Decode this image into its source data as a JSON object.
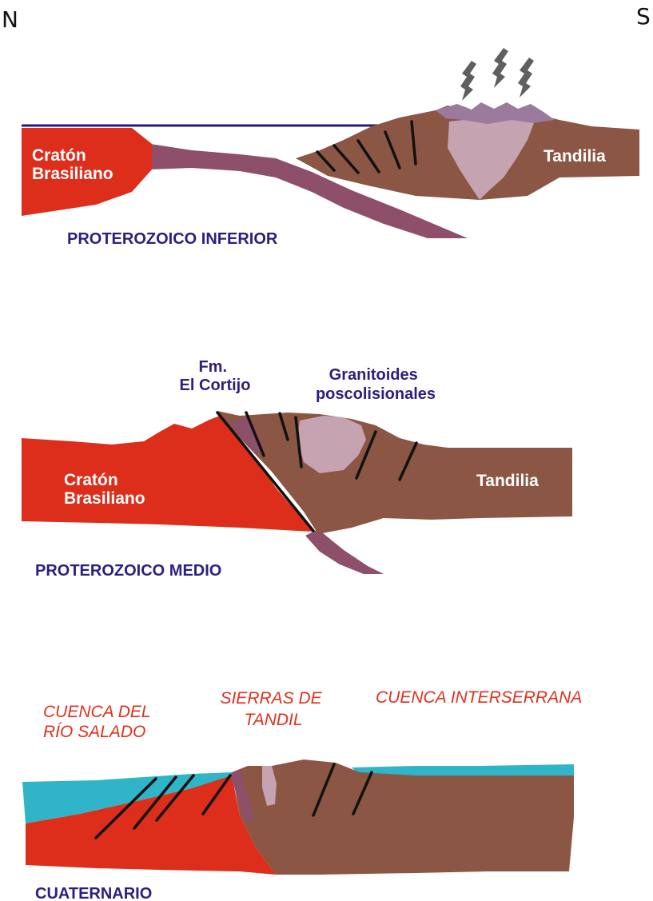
{
  "compass": {
    "north": "N",
    "south": "S"
  },
  "colors": {
    "craton": "#dd2e1c",
    "tandilia": "#8b5644",
    "slab": "#8e4f6b",
    "granitoid": "#c6a3b1",
    "volcanic": "#9b7a9e",
    "sea_line": "#231a80",
    "sediment": "#2fb5c7",
    "fault": "#111111",
    "smoke": "#5f5f5f",
    "navy_text": "#2b1f80",
    "red_text": "#e1301e"
  },
  "panels": [
    {
      "era": "PROTEROZOICO INFERIOR",
      "labels": {
        "craton": [
          "Cratón",
          "Brasiliano"
        ],
        "tandilia": "Tandilia"
      },
      "icons": [
        "volcanic-smoke-icon",
        "volcanic-smoke-icon",
        "volcanic-smoke-icon"
      ]
    },
    {
      "era": "PROTEROZOICO MEDIO",
      "labels": {
        "craton": [
          "Cratón",
          "Brasiliano"
        ],
        "tandilia": "Tandilia",
        "formation": [
          "Fm.",
          "El Cortijo"
        ],
        "granitoids": [
          "Granitoides",
          "poscolisionales"
        ]
      }
    },
    {
      "era": "CUATERNARIO",
      "labels": {
        "rio_salado": [
          "CUENCA DEL",
          "RÍO SALADO"
        ],
        "sierras": [
          "SIERRAS DE",
          "TANDIL"
        ],
        "interserrana": "CUENCA INTERSERRANA"
      }
    }
  ]
}
